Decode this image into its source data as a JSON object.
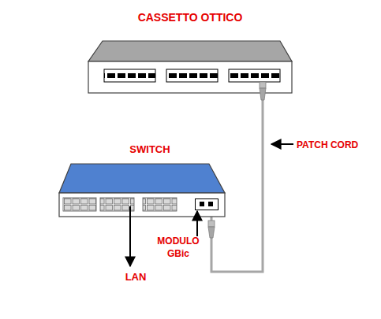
{
  "diagram": {
    "nodes": [
      {
        "text": [
          "CASSETTO OTTICO"
        ]
      },
      {
        "text": [
          "SWITCH"
        ]
      },
      {
        "text": [
          "MODULO GBic"
        ],
        "in": 1
      }
    ],
    "edges": [
      {
        "from": 0,
        "to": 2,
        "arrow": "none",
        "label": "PATCH CORD"
      }
    ],
    "labels": [
      "LAN"
    ]
  }
}
